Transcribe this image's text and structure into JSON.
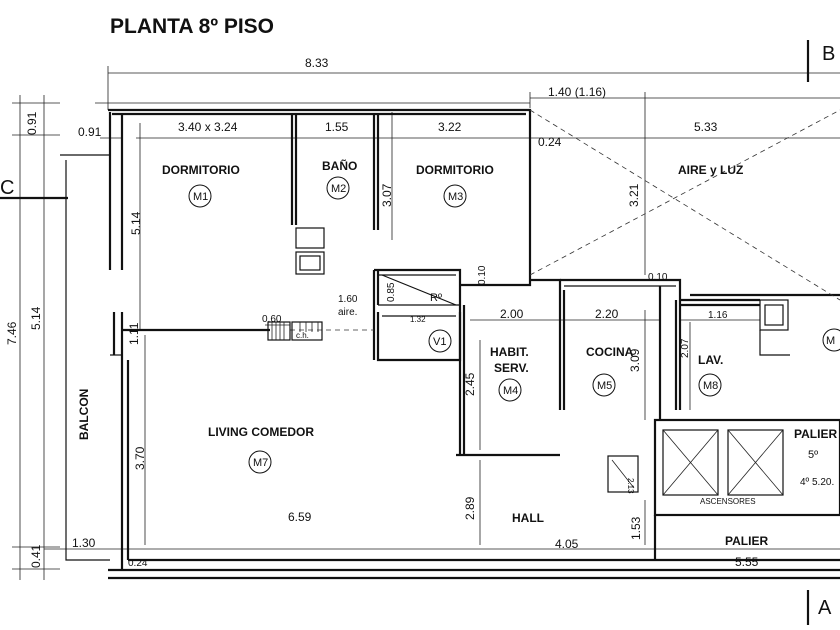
{
  "title": "PLANTA 8º PISO",
  "axis_labels": {
    "b": "B",
    "c": "C",
    "a": "A"
  },
  "dimensions": {
    "overall_width": "8.33",
    "top_right": "1.40 (1.16)",
    "left_top": "0.91",
    "left_top_inner": "0.91",
    "room1_size": "3.40 x 3.24",
    "bano_w": "1.55",
    "dorm2_w": "3.22",
    "right_gap": "0.24",
    "aire_w": "5.33",
    "dorm_h": "5.14",
    "bano_h": "3.07",
    "aire_h": "3.21",
    "total_h": "7.46",
    "left_mid": "5.14",
    "aire_dim": "1.60",
    "aire_text": "aire.",
    "dim_085": "0.85",
    "dim_010a": "0.10",
    "dim_010b": "0.10",
    "dim_060": "0.60",
    "dim_111": "1.11",
    "dim_132": "1.32",
    "hab_w": "2.00",
    "coc_w": "2.20",
    "lav_w": "1.16",
    "hab_h": "2.45",
    "coc_h": "3.09",
    "lav_h": "2.07",
    "living_h": "3.70",
    "hall_h": "2.89",
    "palier_h": "1.53",
    "bottom_left": "1.30",
    "bottom_gap": "0.24",
    "living_w": "6.59",
    "hall_w": "4.05",
    "palier_w": "5.55",
    "bottom_h": "0.41",
    "elev_dim": "2.13"
  },
  "rooms": {
    "m1": {
      "name": "DORMITORIO",
      "tag": "M1"
    },
    "m2": {
      "name": "BAÑO",
      "tag": "M2"
    },
    "m3": {
      "name": "DORMITORIO",
      "tag": "M3"
    },
    "aire": {
      "name": "AIRE y LUZ"
    },
    "rec": {
      "name": "Rº"
    },
    "ch": {
      "name": "c.h."
    },
    "v1": {
      "tag": "V1"
    },
    "m4": {
      "name1": "HABIT.",
      "name2": "SERV.",
      "tag": "M4"
    },
    "m5": {
      "name": "COCINA",
      "tag": "M5"
    },
    "m8": {
      "name": "LAV.",
      "tag": "M8"
    },
    "m9": {
      "tag": "M"
    },
    "m7": {
      "name": "LIVING COMEDOR",
      "tag": "M7"
    },
    "balcon": {
      "name": "BALCON"
    },
    "hall": {
      "name": "HALL"
    },
    "palier_top": {
      "name": "PALIER"
    },
    "palier_sub": "5º",
    "palier_note": "4º 5.20.",
    "palier_bottom": {
      "name": "PALIER"
    },
    "ascensores": {
      "name": "ASCENSORES"
    }
  }
}
